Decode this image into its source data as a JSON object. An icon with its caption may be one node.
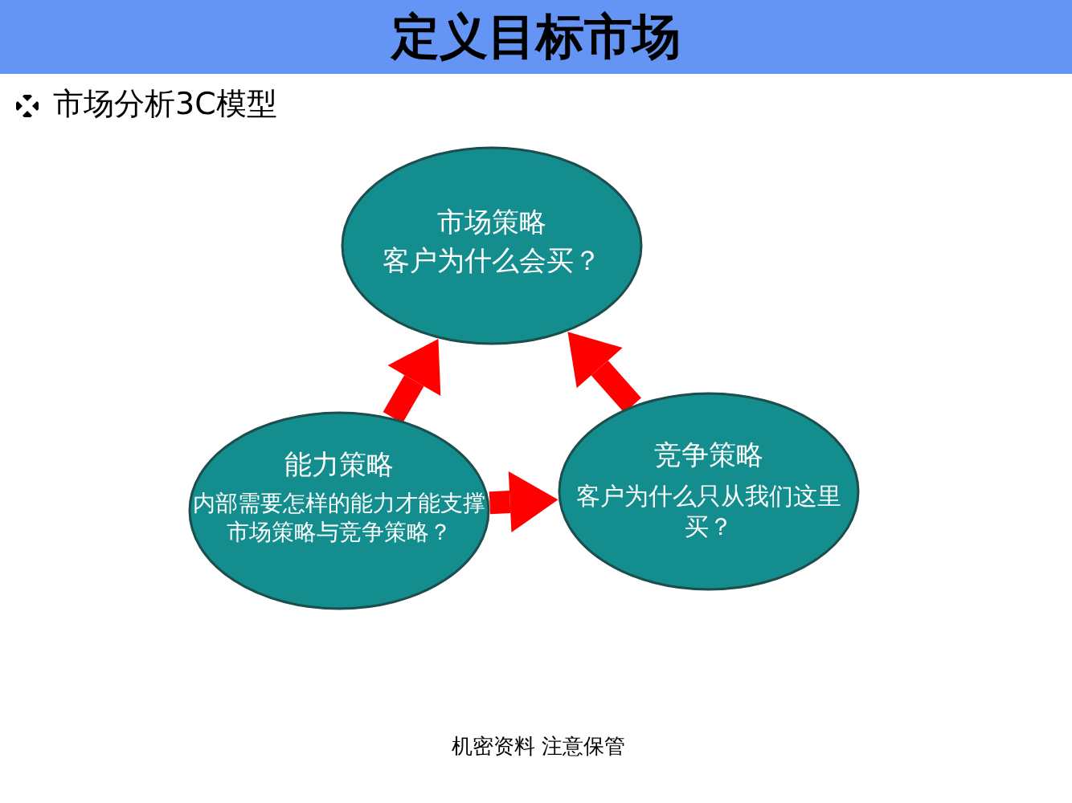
{
  "diagram": {
    "title": "定义目标市场",
    "nodes": [
      {
        "text": [
          "市场策略",
          "客户为什么会买？"
        ]
      },
      {
        "text": [
          "能力策略",
          "内部需要怎样的能力才能支撑市场策略与竞争策略？"
        ]
      },
      {
        "text": [
          "竞争策略",
          "客户为什么只从我们这里买？"
        ]
      }
    ],
    "edges": [
      {
        "from": 1,
        "to": 0,
        "arrow": "to"
      },
      {
        "from": 2,
        "to": 0,
        "arrow": "to"
      },
      {
        "from": 1,
        "to": 2,
        "arrow": "to"
      }
    ],
    "labels": [
      "市场分析3C模型",
      "机密资料 注意保管"
    ]
  }
}
